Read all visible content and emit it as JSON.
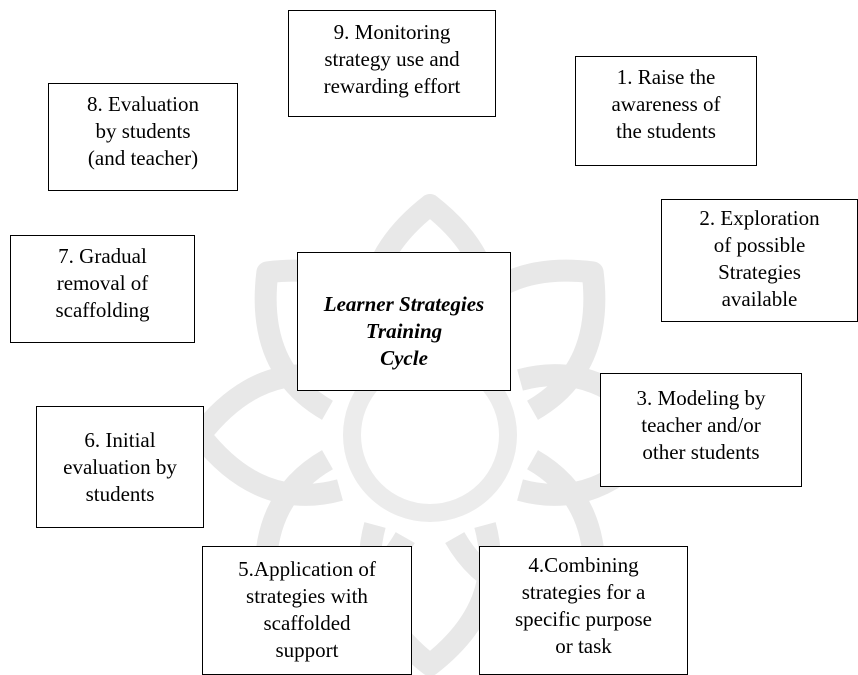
{
  "diagram": {
    "center": {
      "lines": [
        "Learner Strategies",
        "Training",
        "Cycle"
      ]
    },
    "steps": [
      {
        "id": "9",
        "lines": [
          "9. Monitoring",
          "strategy use and",
          "rewarding effort"
        ]
      },
      {
        "id": "1",
        "lines": [
          "1. Raise the",
          "awareness of",
          "the students"
        ]
      },
      {
        "id": "8",
        "lines": [
          "8. Evaluation",
          "by students",
          "(and teacher)"
        ]
      },
      {
        "id": "2",
        "lines": [
          "2. Exploration",
          "of possible",
          "Strategies",
          "available"
        ]
      },
      {
        "id": "7",
        "lines": [
          "7. Gradual",
          "removal of",
          "scaffolding"
        ]
      },
      {
        "id": "3",
        "lines": [
          "3. Modeling by",
          "teacher and/or",
          "other students"
        ]
      },
      {
        "id": "6",
        "lines": [
          "6. Initial",
          "evaluation by",
          "students"
        ]
      },
      {
        "id": "5",
        "lines": [
          "5.Application of",
          "strategies with",
          "scaffolded",
          "support"
        ]
      },
      {
        "id": "4",
        "lines": [
          "4.Combining",
          "strategies for a",
          "specific purpose",
          "or task"
        ]
      }
    ]
  },
  "colors": {
    "text": "#000000",
    "border": "#000000",
    "watermark": "#e6e6e6"
  }
}
